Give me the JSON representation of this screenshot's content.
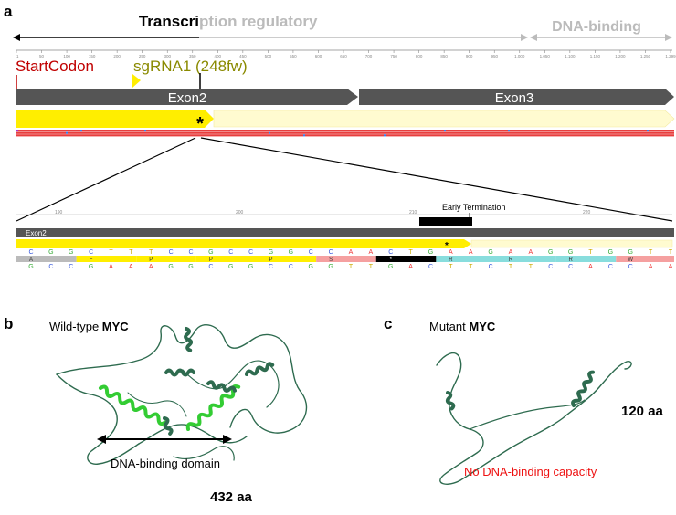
{
  "panels": {
    "a": {
      "label": "a",
      "top_annotation_left": "Transcri",
      "top_annotation_right": "ption regulatory",
      "dna_binding_label": "DNA-binding",
      "ruler_ticks": [
        "1",
        "50",
        "100",
        "150",
        "200",
        "250",
        "300",
        "350",
        "400",
        "450",
        "500",
        "550",
        "600",
        "650",
        "700",
        "750",
        "800",
        "850",
        "900",
        "950",
        "1,000",
        "1,050",
        "1,100",
        "1,150",
        "1,200",
        "1,250",
        "1,299"
      ],
      "start_codon": "StartCodon",
      "sgrna": "sgRNA1 (248fw)",
      "exon2": "Exon2",
      "exon3": "Exon3",
      "asterisk": "*",
      "zoom_ticks": [
        "190",
        "200",
        "210",
        "220"
      ],
      "early_termination": "Early Termination",
      "zoom_exon": "Exon2",
      "sequence_top": [
        "C",
        "G",
        "G",
        "C",
        "T",
        "T",
        "T",
        "C",
        "C",
        "G",
        "C",
        "C",
        "G",
        "G",
        "C",
        "C",
        "A",
        "A",
        "C",
        "T",
        "G",
        "A",
        "A",
        "G",
        "A",
        "A",
        "G",
        "G",
        "T",
        "G",
        "G",
        "T",
        "T"
      ],
      "sequence_aa": [
        "A",
        "",
        "",
        "F",
        "",
        "",
        "P",
        "",
        "",
        "P",
        "",
        "",
        "P",
        "",
        "",
        "S",
        "",
        "",
        "*",
        "",
        "",
        "R",
        "",
        "",
        "R",
        "",
        "",
        "R",
        "",
        "",
        "W",
        "",
        "",
        ""
      ],
      "sequence_bottom": [
        "G",
        "C",
        "C",
        "G",
        "A",
        "A",
        "A",
        "G",
        "G",
        "C",
        "G",
        "G",
        "C",
        "C",
        "G",
        "G",
        "T",
        "T",
        "G",
        "A",
        "C",
        "T",
        "T",
        "C",
        "T",
        "T",
        "C",
        "C",
        "A",
        "C",
        "C",
        "A",
        "A"
      ],
      "colors": {
        "exon": "#555555",
        "cds_yellow": "#ffee00",
        "cds_pale": "#fffbd0",
        "start_codon": "#c00000",
        "sgrna": "#8a8a00",
        "annotation_gray": "#bbbbbb",
        "termination": "#000000"
      }
    },
    "b": {
      "label": "b",
      "title_prefix": "Wild-type ",
      "title_bold": "MYC",
      "domain_label": "DNA-binding domain",
      "length": "432 aa",
      "helix_dark": "#2e6b4f",
      "helix_bright": "#33cc33"
    },
    "c": {
      "label": "c",
      "title_prefix": "Mutant ",
      "title_bold": "MYC",
      "length": "120 aa",
      "no_binding": "No DNA-binding capacity",
      "no_binding_color": "#ee1111"
    }
  }
}
